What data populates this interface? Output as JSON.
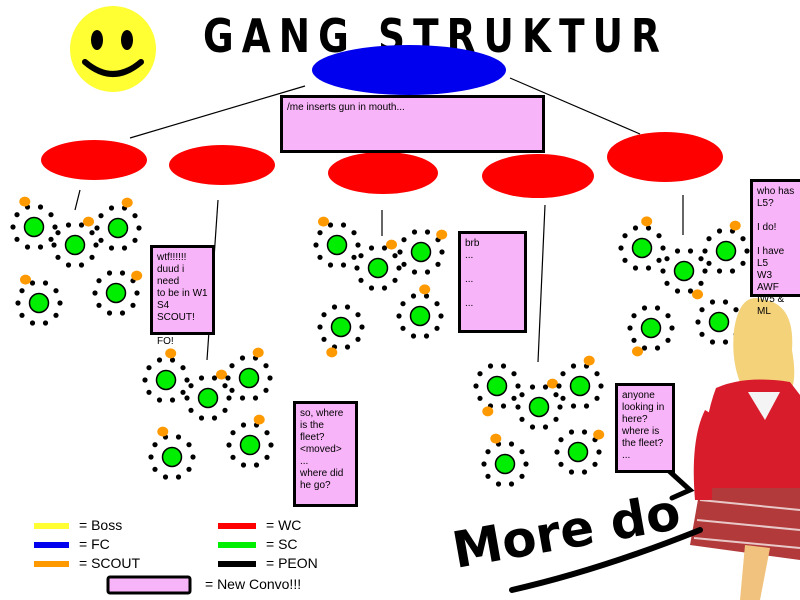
{
  "title": "GANG STRUKTUR",
  "caption": "More do",
  "colors": {
    "boss": "#ffff33",
    "fc": "#0000ee",
    "scout": "#ff9900",
    "wc": "#ff0000",
    "sc": "#00ee00",
    "peon": "#000000",
    "convo": "#f8b4f8"
  },
  "bubbles": {
    "center": "/me inserts gun in mouth...",
    "wtf": "wtf!!!!!!\nduud i need\nto be in W1\nS4 SCOUT!\n\nFO!",
    "brb": "brb\n...\n\n...\n\n...",
    "fleet": "so, where\nis the fleet?\n<moved>\n...\nwhere did\nhe go?",
    "anyone": "anyone\nlooking in\nhere?\nwhere is\nthe fleet?\n...",
    "l5": "who has\nL5?\n\nI do!\n\nI have L5\nW3 AWF\nIW5 & ML"
  },
  "legend": {
    "boss": "= Boss",
    "fc": "= FC",
    "scout": "= SCOUT",
    "wc": "= WC",
    "sc": "= SC",
    "peon": "= PEON",
    "convo": "= New Convo!!!"
  },
  "icons": [
    "smiley-icon",
    "photo-figure"
  ]
}
